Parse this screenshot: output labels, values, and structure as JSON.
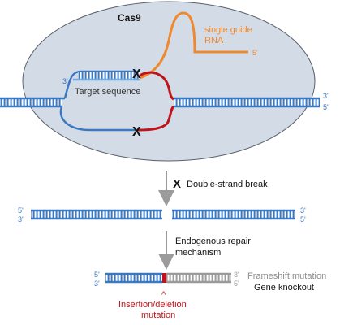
{
  "colors": {
    "blue": "#3a78c2",
    "light_blue": "#6fa8e0",
    "red": "#c0141c",
    "orange": "#f0892e",
    "gray_ellipse": "#d3dce6",
    "gray_strand": "#9a9a9a",
    "arrow_gray": "#9b9b9b",
    "insertion_red": "#c0141c"
  },
  "labels": {
    "cas9": "Cas9",
    "sgrna_line1": "single guide",
    "sgrna_line2": "RNA",
    "sgrna_end": "5'",
    "target_3prime": "3'",
    "target_sequence": "Target sequence",
    "top_right_3": "3'",
    "top_right_5": "5'",
    "double_strand_break": "Double-strand break",
    "dsb_left_5": "5'",
    "dsb_left_3": "3'",
    "dsb_right_3": "3'",
    "dsb_right_5": "5'",
    "repair_line1": "Endogenous repair",
    "repair_line2": "mechanism",
    "final_left_5": "5'",
    "final_left_3": "3'",
    "final_right_3": "3'",
    "final_right_5": "5'",
    "frameshift": "Frameshift mutation",
    "gene_knockout": "Gene knockout",
    "indel_caret": "^",
    "indel_line1": "Insertion/deletion",
    "indel_line2": "mutation",
    "cut_mark": "X"
  }
}
